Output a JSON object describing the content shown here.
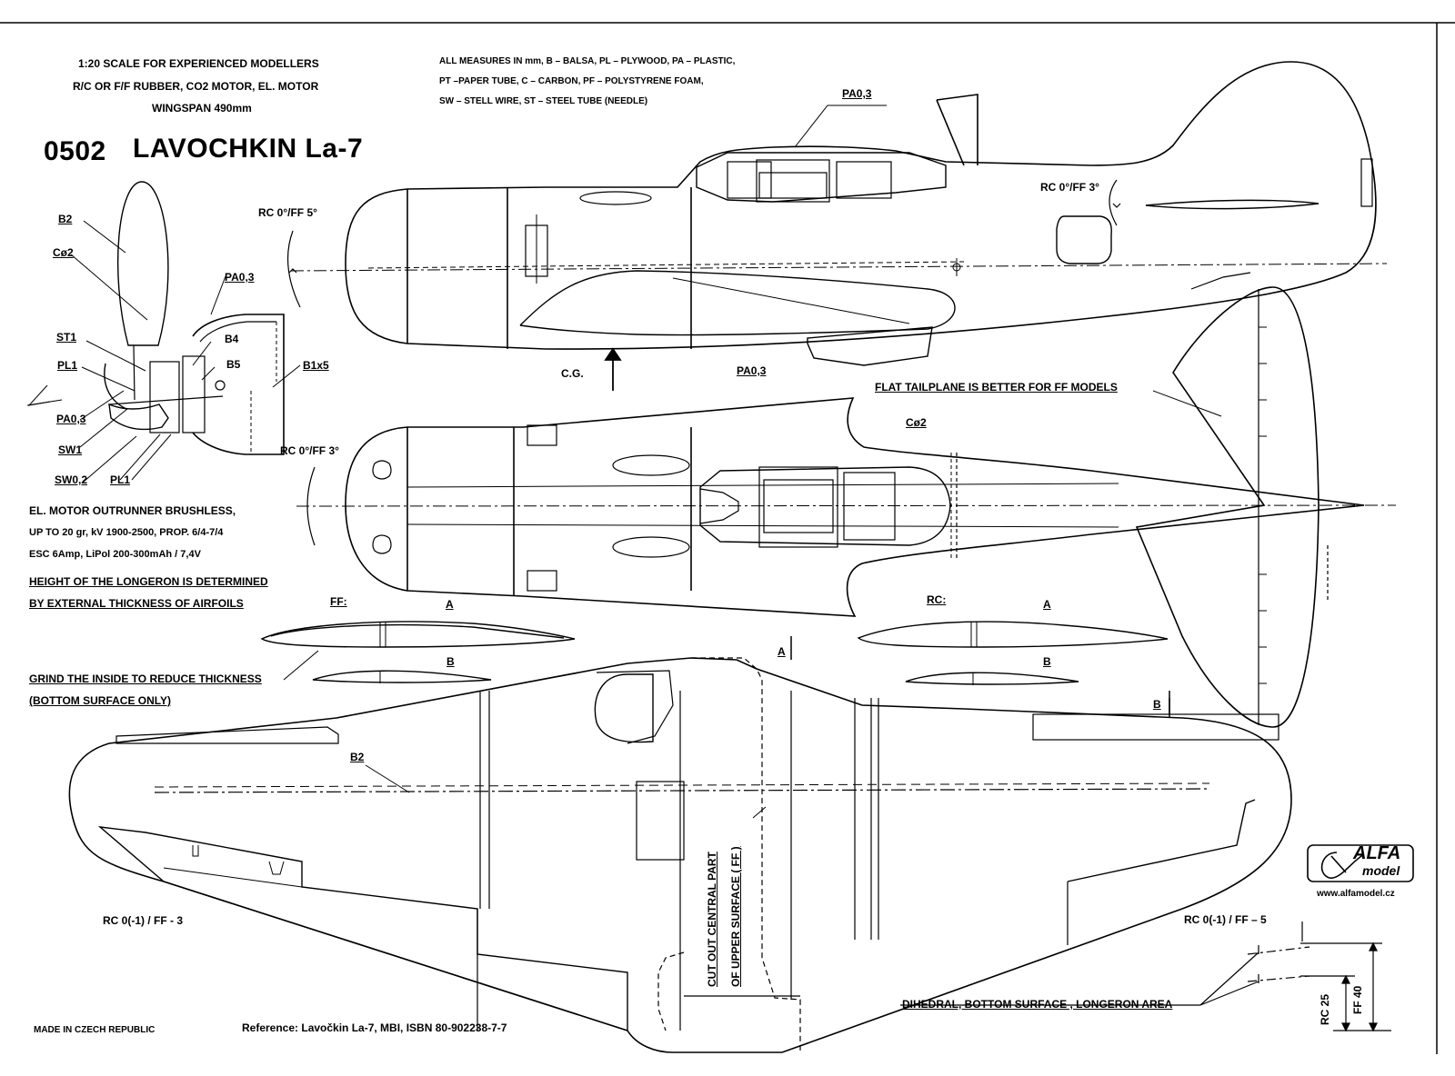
{
  "header": {
    "scale_line": "1:20 SCALE FOR EXPERIENCED MODELLERS",
    "power_line": "R/C OR  F/F RUBBER, CO2 MOTOR, EL. MOTOR",
    "wingspan_line": "WINGSPAN  490mm",
    "plan_number": "0502",
    "plan_title": "LAVOCHKIN La-7"
  },
  "legend": {
    "line1": "ALL MEASURES IN mm, B – BALSA, PL – PLYWOOD, PA – PLASTIC,",
    "line2": "PT –PAPER TUBE, C – CARBON, PF – POLYSTYRENE FOAM,",
    "line3": "SW – STELL WIRE, ST – STEEL TUBE (NEEDLE)"
  },
  "nose_parts": {
    "b2": "B2",
    "c2": "Cø2",
    "pa03": "PA0,3",
    "b4": "B4",
    "b5": "B5",
    "b1x5": "B1x5",
    "st1": "ST1",
    "pl1_top": "PL1",
    "pa03_low": "PA0,3",
    "sw1": "SW1",
    "sw02": "SW0,2",
    "pl1_low": "PL1"
  },
  "side_view": {
    "canopy_label": "PA0,3",
    "rc_front": "RC 0°/FF 5°",
    "rc_tail": "RC 0°/FF 3°",
    "cg": "C.G.",
    "belly_label": "PA0,3"
  },
  "top_view": {
    "rc_front": "RC 0°/FF 3°",
    "c2": "Cø2",
    "tail_note": "FLAT TAILPLANE IS BETTER FOR FF MODELS"
  },
  "motor_notes": {
    "line1": "EL. MOTOR OUTRUNNER  BRUSHLESS,",
    "line2": "UP TO 20 gr, kV 1900-2500, PROP. 6/4-7/4",
    "line3": "ESC 6Amp, LiPol 200-300mAh / 7,4V"
  },
  "longeron_note": {
    "line1": "HEIGHT OF THE LONGERON IS DETERMINED",
    "line2": "BY EXTERNAL THICKNESS OF AIRFOILS"
  },
  "airfoils": {
    "ff_label": "FF:",
    "rc_label": "RC:",
    "a_ff": "A",
    "b_ff": "B",
    "a_rc": "A",
    "b_rc": "B"
  },
  "grind_note": {
    "line1": "GRIND THE INSIDE TO REDUCE THICKNESS",
    "line2": "(BOTTOM  SURFACE  ONLY)"
  },
  "wing": {
    "section_a": "A",
    "section_b": "B",
    "spar_label": "B2",
    "cut_line1": "CUT OUT CENTRAL PART",
    "cut_line2": "OF UPPER SURFACE ( FF )",
    "rc_left": "RC 0(-1) / FF - 3",
    "rc_right": "RC 0(-1) / FF – 5",
    "dihedral_note": "DIHEDRAL, BOTTOM SURFACE , LONGERON AREA",
    "rc25": "RC 25",
    "ff40": "FF 40"
  },
  "brand": {
    "name": "ALFA",
    "sub": "model",
    "url": "www.alfamodel.cz"
  },
  "footer": {
    "made_in": "MADE IN CZECH REPUBLIC",
    "reference": "Reference: Lavočkin La-7, MBI, ISBN 80-902238-7-7"
  }
}
